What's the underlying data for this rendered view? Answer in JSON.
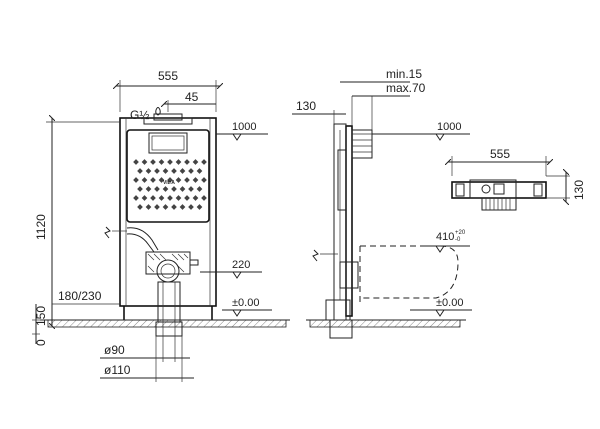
{
  "front_view": {
    "width_label": "555",
    "thread_label": "G½",
    "offset_label": "45",
    "height_label": "1120",
    "level_1000": "1000",
    "level_220": "220",
    "level_zero": "±0.00",
    "range_label": "180/230",
    "range_150": "150",
    "range_0": "0",
    "pipe_90": "ø90",
    "pipe_110": "ø110",
    "logo_text": "VitrA"
  },
  "side_view": {
    "min_label": "min.15",
    "max_label": "max.70",
    "depth_label": "130",
    "level_1000": "1000",
    "level_410": "410",
    "level_410_sup": "+20",
    "level_410_sub": "-0",
    "level_zero": "±0.00"
  },
  "top_view": {
    "width_label": "555",
    "depth_label": "130"
  }
}
